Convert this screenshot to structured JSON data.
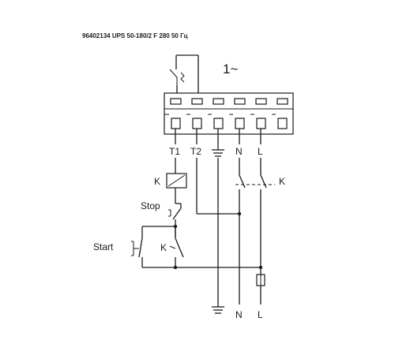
{
  "header": {
    "title": "96402134 UPS 50-180/2 F 280 50 Гц"
  },
  "phase_label": "1~",
  "terminals": [
    "T1",
    "T2",
    "",
    "N",
    "L"
  ],
  "relay": {
    "coil_label": "K",
    "contact_label": "K"
  },
  "switches": {
    "stop_label": "Stop",
    "start_label": "Start",
    "hold_contact_label": "K"
  },
  "supply": {
    "n_label": "N",
    "l_label": "L"
  }
}
